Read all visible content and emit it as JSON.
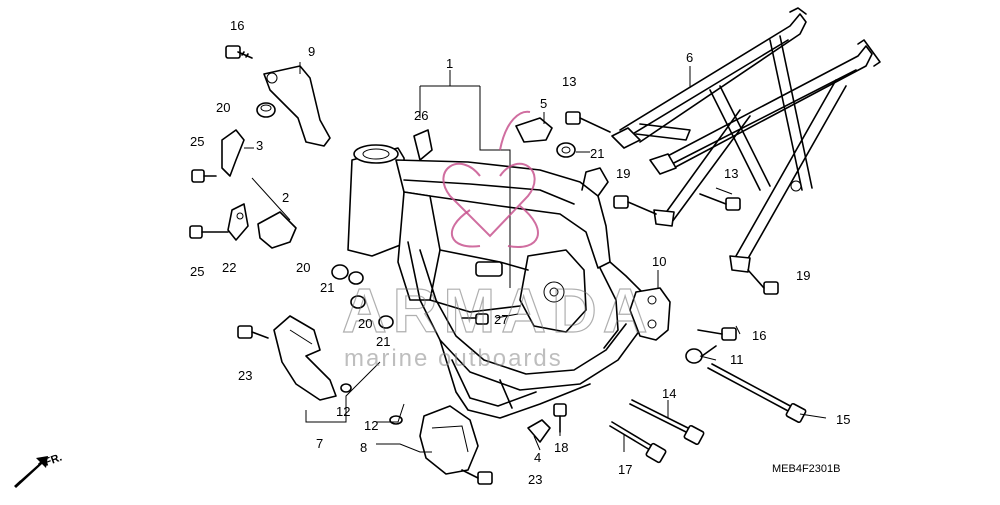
{
  "callouts": {
    "c1": "1",
    "c2": "2",
    "c3": "3",
    "c4": "4",
    "c5": "5",
    "c6": "6",
    "c7": "7",
    "c8": "8",
    "c9": "9",
    "c10": "10",
    "c11": "11",
    "c12a": "12",
    "c12b": "12",
    "c13a": "13",
    "c13b": "13",
    "c14": "14",
    "c15": "15",
    "c16a": "16",
    "c16b": "16",
    "c17": "17",
    "c18": "18",
    "c19a": "19",
    "c19b": "19",
    "c20a": "20",
    "c20b": "20",
    "c20c": "20",
    "c21a": "21",
    "c21b": "21",
    "c21c": "21",
    "c22": "22",
    "c23a": "23",
    "c23b": "23",
    "c25a": "25",
    "c25b": "25",
    "c26": "26",
    "c27": "27"
  },
  "direction_label": "FR.",
  "diagram_code": "MEB4F2301B",
  "watermark": {
    "brand": "ARMADA",
    "tagline": "marine outboards",
    "color": "#c8558f"
  }
}
